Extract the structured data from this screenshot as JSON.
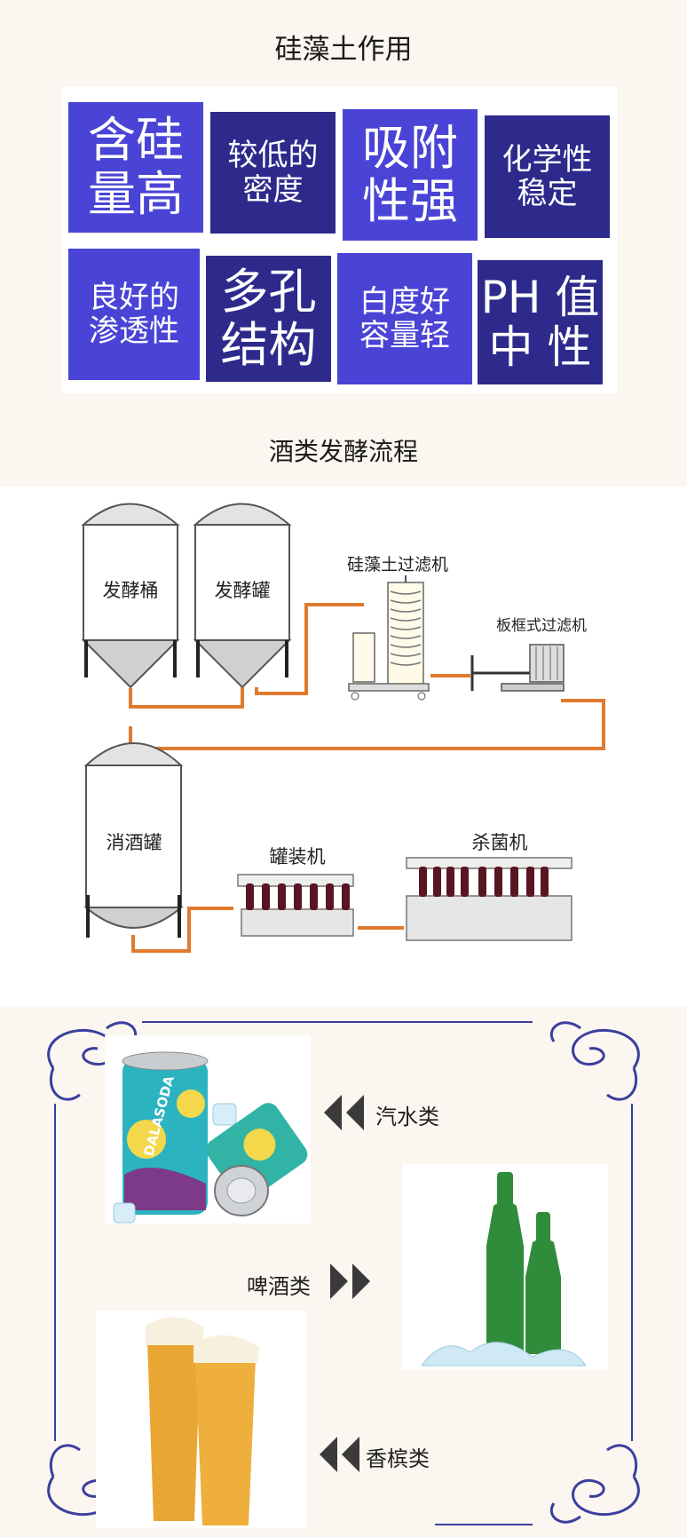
{
  "section1": {
    "title": "硅藻土作用",
    "tiles": [
      {
        "text": "含硅\n量高"
      },
      {
        "text": "较低的\n密度"
      },
      {
        "text": "吸附\n性强"
      },
      {
        "text": "化学性\n稳定"
      },
      {
        "text": "良好的\n渗透性"
      },
      {
        "text": "多孔\n结构"
      },
      {
        "text": "白度好\n容量轻"
      },
      {
        "text": "PH 值\n中 性"
      }
    ]
  },
  "section2": {
    "title": "酒类发酵流程",
    "tank1_label": "发酵桶",
    "tank2_label": "发酵罐",
    "filter1_label": "硅藻土过滤机",
    "filter2_label": "板框式过滤机",
    "tank3_label": "消酒罐",
    "canner_label": "罐装机",
    "sterilizer_label": "杀菌机"
  },
  "section3": {
    "soda_label": "汽水类",
    "beer_label": "啤酒类",
    "champagne_label": "香槟类",
    "can_text": "DALASODA"
  },
  "colors": {
    "tile_light": "#4a44d6",
    "tile_dark": "#2d2a8c",
    "pipe": "#e07a2e",
    "frame": "#3b3f9e",
    "arrow": "#3a3a3a"
  }
}
